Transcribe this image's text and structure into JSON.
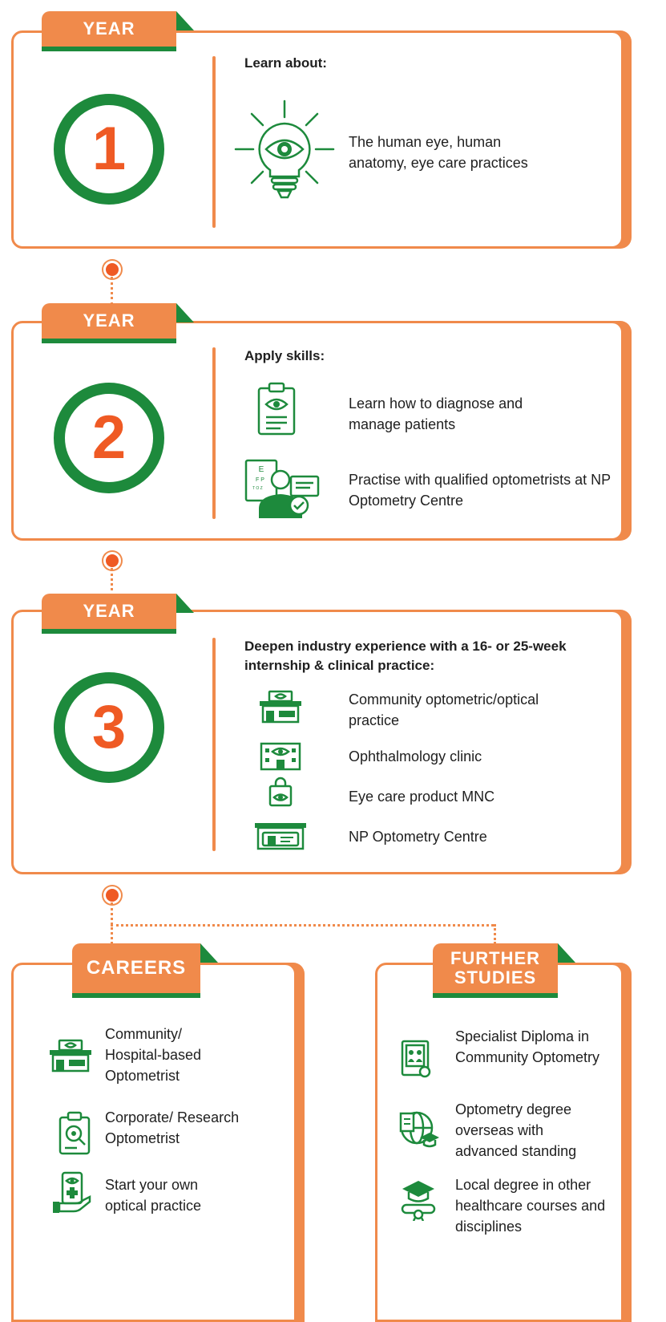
{
  "colors": {
    "accent": "#f08a4b",
    "number": "#ef5a24",
    "green": "#1d8a3c"
  },
  "years": [
    {
      "tab": "YEAR",
      "number": "1",
      "heading": "Learn about:",
      "items": [
        {
          "icon": "lightbulb-eye-icon",
          "text": "The human eye, human anatomy, eye care practices"
        }
      ]
    },
    {
      "tab": "YEAR",
      "number": "2",
      "heading": "Apply skills:",
      "items": [
        {
          "icon": "clipboard-eye-icon",
          "text": "Learn how to diagnose and manage patients"
        },
        {
          "icon": "optometrist-eye-chart-icon",
          "text": "Practise with qualified optometrists at NP Optometry Centre"
        }
      ]
    },
    {
      "tab": "YEAR",
      "number": "3",
      "heading": "Deepen industry experience with a 16- or 25-week internship & clinical practice:",
      "items": [
        {
          "icon": "optical-shop-icon",
          "text": "Community optometric/optical practice"
        },
        {
          "icon": "clinic-building-icon",
          "text": "Ophthalmology clinic"
        },
        {
          "icon": "shopping-bag-eye-icon",
          "text": "Eye care product MNC"
        },
        {
          "icon": "optometry-centre-icon",
          "text": "NP Optometry Centre"
        }
      ]
    }
  ],
  "careers": {
    "tab": "CAREERS",
    "items": [
      {
        "icon": "optical-shop-icon",
        "text": "Community/ Hospital-based Optometrist"
      },
      {
        "icon": "research-clipboard-icon",
        "text": "Corporate/ Research Optometrist"
      },
      {
        "icon": "hand-phone-medical-icon",
        "text": "Start your own optical practice"
      }
    ]
  },
  "further": {
    "tab_line1": "FURTHER",
    "tab_line2": "STUDIES",
    "items": [
      {
        "icon": "certificate-icon",
        "text": "Specialist Diploma in Community Optometry"
      },
      {
        "icon": "globe-graduation-icon",
        "text": "Optometry degree overseas with advanced standing"
      },
      {
        "icon": "graduation-diploma-icon",
        "text": "Local degree in other healthcare courses and disciplines"
      }
    ]
  }
}
